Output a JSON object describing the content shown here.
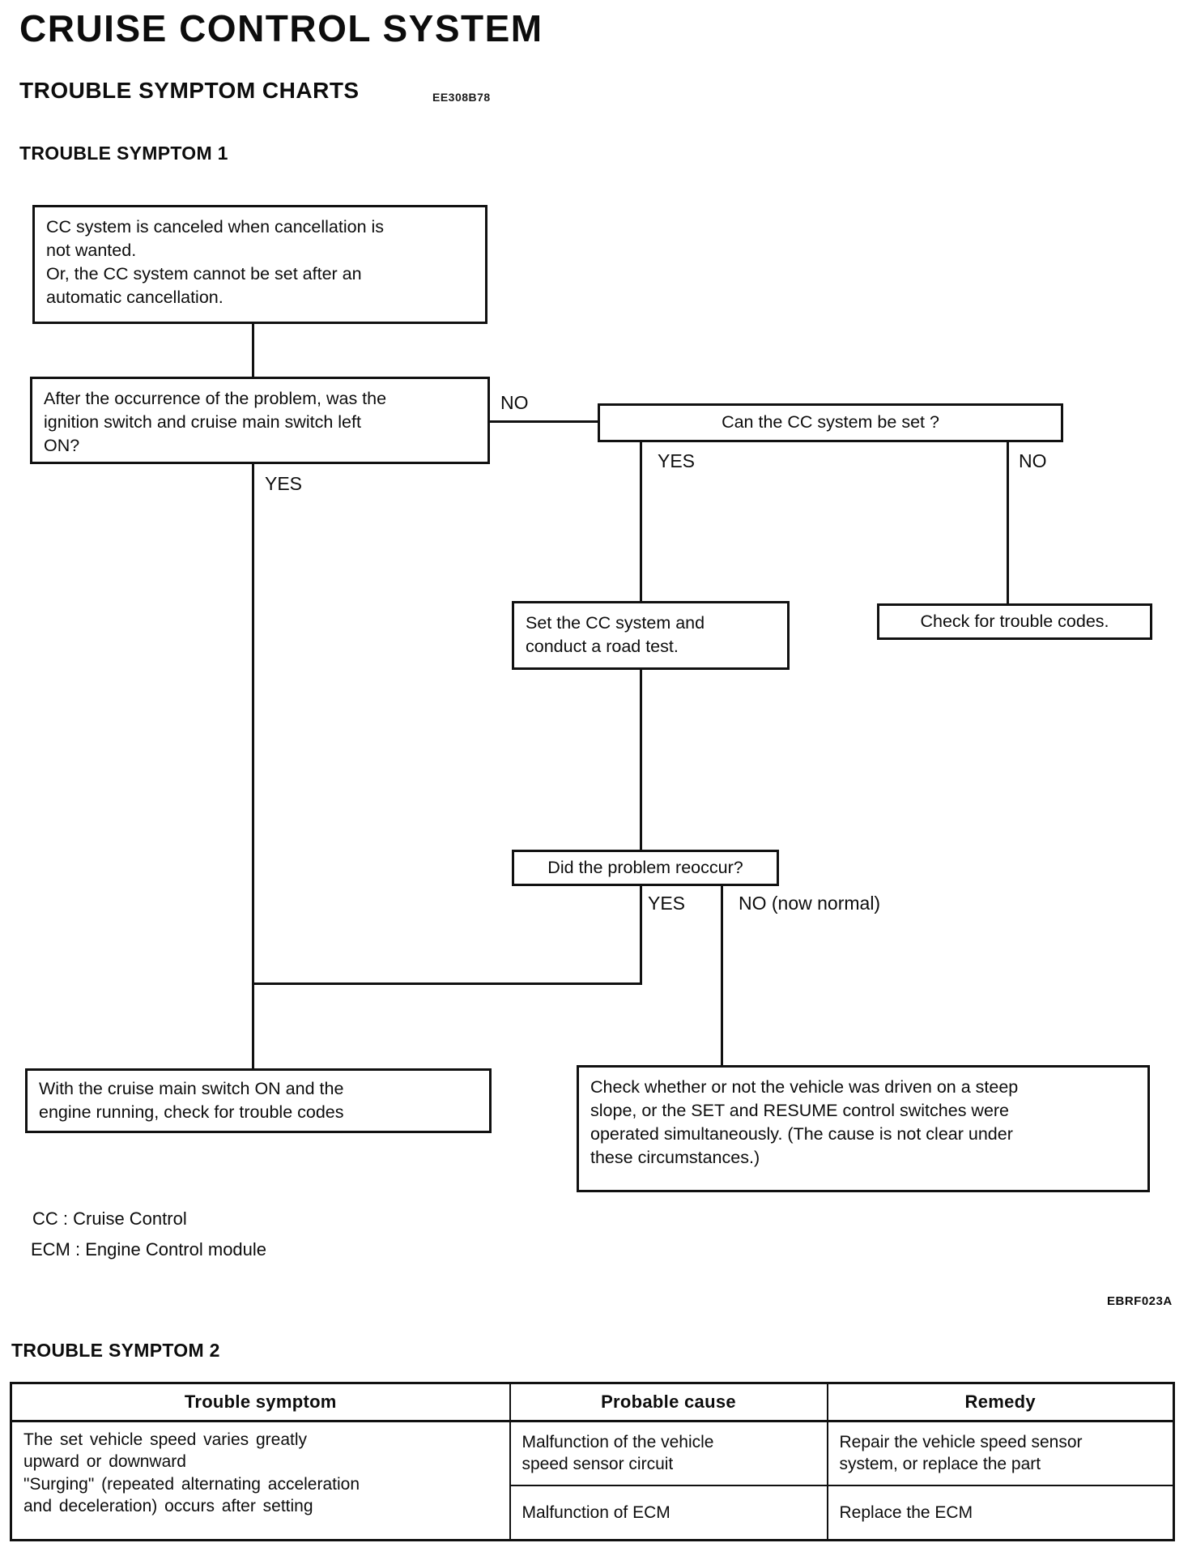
{
  "page": {
    "title": "CRUISE CONTROL SYSTEM",
    "section_heading": "TROUBLE SYMPTOM CHARTS",
    "section_code": "EE308B78",
    "symptom1_heading": "TROUBLE SYMPTOM 1",
    "symptom2_heading": "TROUBLE SYMPTOM 2",
    "figure_code": "EBRF023A"
  },
  "flowchart": {
    "boxes": {
      "problem": "CC system is canceled when cancellation is\nnot wanted.\nOr, the CC system cannot be set after an\nautomatic cancellation.",
      "question_ignition": "After the occurrence of the problem, was the\nignition switch and cruise main switch left\nON?",
      "question_can_set": "Can the CC system be set ?",
      "action_road_test": "Set the CC system and\nconduct a road test.",
      "action_check_codes": "Check for trouble codes.",
      "question_reoccur": "Did the problem reoccur?",
      "result_check_codes": "With the cruise main switch ON and the\nengine running, check for trouble codes",
      "result_steep_slope": "Check whether or not the vehicle was driven on a steep\nslope, or the SET and RESUME control switches were\noperated simultaneously. (The cause is not clear under\nthese circumstances.)"
    },
    "labels": {
      "no_ignition": "NO",
      "yes_ignition": "YES",
      "yes_can_set": "YES",
      "no_can_set": "NO",
      "yes_reoccur": "YES",
      "no_reoccur": "NO (now normal)"
    },
    "legend": [
      "CC : Cruise Control",
      "ECM : Engine Control module"
    ]
  },
  "table": {
    "headers": [
      "Trouble symptom",
      "Probable cause",
      "Remedy"
    ],
    "rows": [
      {
        "symptom": "The set vehicle speed varies greatly\nupward or downward\n\"Surging\" (repeated alternating acceleration\nand deceleration) occurs after setting",
        "cause": "Malfunction of the vehicle\nspeed sensor circuit",
        "remedy": "Repair the vehicle speed sensor\nsystem, or replace the part"
      },
      {
        "cause": "Malfunction of ECM",
        "remedy": "Replace the ECM"
      }
    ]
  }
}
